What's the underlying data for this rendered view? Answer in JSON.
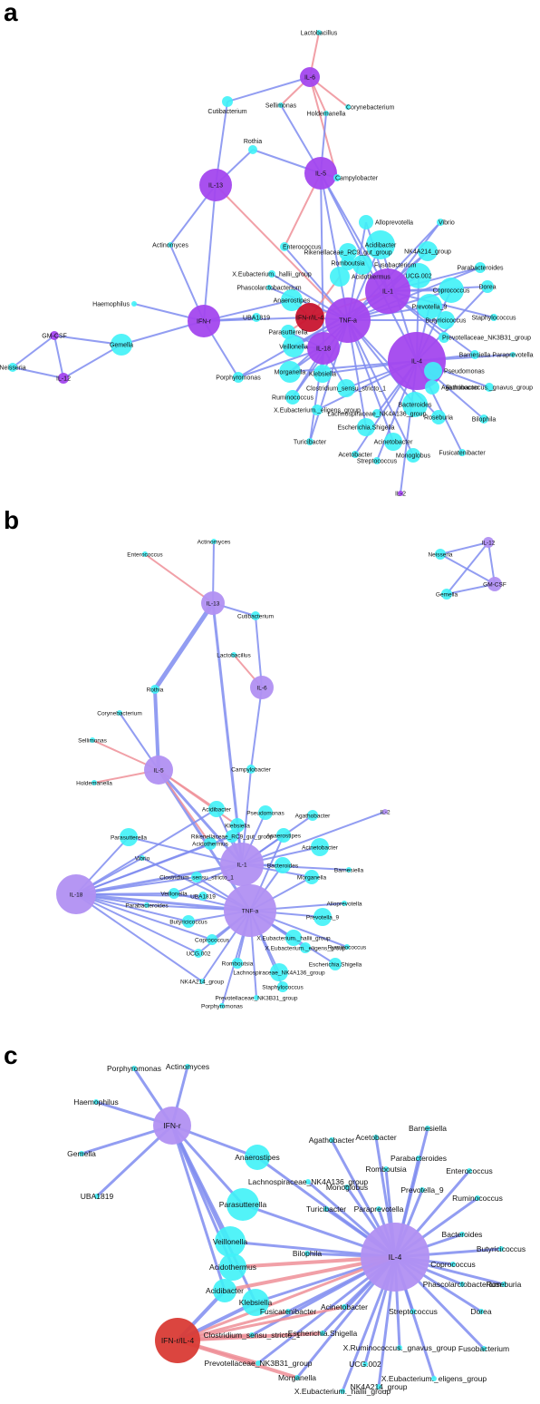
{
  "colors": {
    "taxon": "#3ff2f7",
    "cytokine_a": "#a347ee",
    "cytokine_light": "#b190f2",
    "highlight": "#c8152f",
    "highlight_c": "#d93b35",
    "edge_pos": "#7f8cf0",
    "edge_neg": "#ef8f98"
  },
  "panels": [
    {
      "label": "a",
      "nodes": [
        {
          "id": "Lactobacillus",
          "label": "Lactobacillus"
        },
        {
          "id": "IL-6",
          "label": "IL-6"
        },
        {
          "id": "Cutibacterium",
          "label": "Cutibacterium"
        },
        {
          "id": "Sellimonas",
          "label": "Sellimonas"
        },
        {
          "id": "Holdemanella",
          "label": "Holdemanella"
        },
        {
          "id": "Corynebacterium",
          "label": "Corynebacterium"
        },
        {
          "id": "Rothia",
          "label": "Rothia"
        },
        {
          "id": "IL-13",
          "label": "IL-13"
        },
        {
          "id": "IL-5",
          "label": "IL-5"
        },
        {
          "id": "Campylobacter",
          "label": "Campylobacter"
        },
        {
          "id": "Actinomyces",
          "label": "Actinomyces"
        },
        {
          "id": "Alloprevotella",
          "label": "Alloprevotella"
        },
        {
          "id": "Vibrio",
          "label": "Vibrio"
        },
        {
          "id": "Enterococcus",
          "label": "Enterococcus"
        },
        {
          "id": "Rikenellaceae_RC9_gut_group",
          "label": "Rikenellaceae_RC9_gut_group"
        },
        {
          "id": "Acidibacter",
          "label": "Acidibacter"
        },
        {
          "id": "NK4A214_group",
          "label": "NK4A214_group"
        },
        {
          "id": "Fusobacterium",
          "label": "Fusobacterium"
        },
        {
          "id": "Romboutsia",
          "label": "Romboutsia"
        },
        {
          "id": "Acidothermus",
          "label": "Acidothermus"
        },
        {
          "id": "UCG.002",
          "label": "UCG.002"
        },
        {
          "id": "Parabacteroides",
          "label": "Parabacteroides"
        },
        {
          "id": "X.Eubacterium._hallii_group",
          "label": "X.Eubacterium._hallii_group"
        },
        {
          "id": "Phascolarctobacterium",
          "label": "Phascolarctobacterium"
        },
        {
          "id": "IL-1",
          "label": "IL-1"
        },
        {
          "id": "Coprococcus",
          "label": "Coprococcus"
        },
        {
          "id": "Dorea",
          "label": "Dorea"
        },
        {
          "id": "Haemophilus",
          "label": "Haemophilus"
        },
        {
          "id": "Anaerostipes",
          "label": "Anaerostipes"
        },
        {
          "id": "Prevotella_9",
          "label": "Prevotella_9"
        },
        {
          "id": "IFN-r",
          "label": "IFN-r"
        },
        {
          "id": "UBA1819",
          "label": "UBA1819"
        },
        {
          "id": "IFN-r/IL-4",
          "label": "IFN-r/IL-4"
        },
        {
          "id": "TNF-a",
          "label": "TNF-a"
        },
        {
          "id": "Butyricicoccus",
          "label": "Butyricicoccus"
        },
        {
          "id": "Staphylococcus",
          "label": "Staphylococcus"
        },
        {
          "id": "Parasutterella",
          "label": "Parasutterella"
        },
        {
          "id": "GM-CSF",
          "label": "GM-CSF"
        },
        {
          "id": "Veillonella",
          "label": "Veillonella"
        },
        {
          "id": "IL-18",
          "label": "IL-18"
        },
        {
          "id": "Prevotellaceae_NK3B31_group",
          "label": "Prevotellaceae_NK3B31_group"
        },
        {
          "id": "Gemella",
          "label": "Gemella"
        },
        {
          "id": "Barnesiella",
          "label": "Barnesiella"
        },
        {
          "id": "Paraprevotella",
          "label": "Paraprevotella"
        },
        {
          "id": "Porphyromonas",
          "label": "Porphyromonas"
        },
        {
          "id": "Morganella",
          "label": "Morganella"
        },
        {
          "id": "IL-4",
          "label": "IL-4"
        },
        {
          "id": "Pseudomonas",
          "label": "Pseudomonas"
        },
        {
          "id": "Neisseria",
          "label": "Neisseria"
        },
        {
          "id": "IL-12",
          "label": "IL-12"
        },
        {
          "id": "Klebsiella",
          "label": "Klebsiella"
        },
        {
          "id": "Agathobacter",
          "label": "Agathobacter"
        },
        {
          "id": "Clostridium_sensu_stricto_1",
          "label": "Clostridium_sensu_stricto_1"
        },
        {
          "id": "Ruminococcus._gnavus_group",
          "label": "Ruminococcus._gnavus_group"
        },
        {
          "id": "Ruminococcus",
          "label": "Ruminococcus"
        },
        {
          "id": "X.Eubacterium._eligens_group",
          "label": "X.Eubacterium._eligens_group"
        },
        {
          "id": "Lachnospiraceae_NK4A136_group",
          "label": "Lachnospiraceae_NK4A136_group"
        },
        {
          "id": "Bacteroides",
          "label": "Bacteroides"
        },
        {
          "id": "Roseburia",
          "label": "Roseburia"
        },
        {
          "id": "Bilophila",
          "label": "Bilophila"
        },
        {
          "id": "Escherichia.Shigella",
          "label": "Escherichia.Shigella"
        },
        {
          "id": "Acinetobacter",
          "label": "Acinetobacter"
        },
        {
          "id": "Turicibacter",
          "label": "Turicibacter"
        },
        {
          "id": "Fusicatenibacter",
          "label": "Fusicatenibacter"
        },
        {
          "id": "Acetobacter",
          "label": "Acetobacter"
        },
        {
          "id": "Monoglobus",
          "label": "Monoglobus"
        },
        {
          "id": "Streptococcus",
          "label": "Streptococcus"
        },
        {
          "id": "IL-2",
          "label": "IL-2"
        }
      ]
    },
    {
      "label": "b",
      "nodes": [
        {
          "id": "Actinomyces",
          "label": "Actinomyces"
        },
        {
          "id": "Enterococcus",
          "label": "Enterococcus"
        },
        {
          "id": "Neisseria",
          "label": "Neisseria"
        },
        {
          "id": "IL-12",
          "label": "IL-12"
        },
        {
          "id": "GM-CSF",
          "label": "GM-CSF"
        },
        {
          "id": "Gemella",
          "label": "Gemella"
        },
        {
          "id": "IL-13",
          "label": "IL-13"
        },
        {
          "id": "Cutibacterium",
          "label": "Cutibacterium"
        },
        {
          "id": "Lactobacillus",
          "label": "Lactobacillus"
        },
        {
          "id": "IL-6",
          "label": "IL-6"
        },
        {
          "id": "Rothia",
          "label": "Rothia"
        },
        {
          "id": "Corynebacterium",
          "label": "Corynebacterium"
        },
        {
          "id": "Sellimonas",
          "label": "Sellimonas"
        },
        {
          "id": "IL-5",
          "label": "IL-5"
        },
        {
          "id": "Campylobacter",
          "label": "Campylobacter"
        },
        {
          "id": "Holdemanella",
          "label": "Holdemanella"
        },
        {
          "id": "Acidibacter",
          "label": "Acidibacter"
        },
        {
          "id": "Pseudomonas",
          "label": "Pseudomonas"
        },
        {
          "id": "Agathobacter",
          "label": "Agathobacter"
        },
        {
          "id": "IL-2",
          "label": "IL-2"
        },
        {
          "id": "Klebsiella",
          "label": "Klebsiella"
        },
        {
          "id": "Parasutterella",
          "label": "Parasutterella"
        },
        {
          "id": "Rikenellaceae_RC9_gut_group",
          "label": "Rikenellaceae_RC9_gut_group"
        },
        {
          "id": "Anaerostipes",
          "label": "Anaerostipes"
        },
        {
          "id": "Acidothermus",
          "label": "Acidothermus"
        },
        {
          "id": "Acinetobacter",
          "label": "Acinetobacter"
        },
        {
          "id": "Vibrio",
          "label": "Vibrio"
        },
        {
          "id": "IL-1",
          "label": "IL-1"
        },
        {
          "id": "Bacteroides",
          "label": "Bacteroides"
        },
        {
          "id": "Barnesiella",
          "label": "Barnesiella"
        },
        {
          "id": "Clostridium_sensu_stricto_1",
          "label": "Clostridium_sensu_stricto_1"
        },
        {
          "id": "Morganella",
          "label": "Morganella"
        },
        {
          "id": "IL-18",
          "label": "IL-18"
        },
        {
          "id": "Veillonella",
          "label": "Veillonella"
        },
        {
          "id": "UBA1819",
          "label": "UBA1819"
        },
        {
          "id": "TNF-a",
          "label": "TNF-a"
        },
        {
          "id": "Alloprevotella",
          "label": "Alloprevotella"
        },
        {
          "id": "Parabacteroides",
          "label": "Parabacteroides"
        },
        {
          "id": "Butyricicoccus",
          "label": "Butyricicoccus"
        },
        {
          "id": "Prevotella_9",
          "label": "Prevotella_9"
        },
        {
          "id": "Coprococcus",
          "label": "Coprococcus"
        },
        {
          "id": "X.Eubacterium._hallii_group",
          "label": "X.Eubacterium._hallii_group"
        },
        {
          "id": "UCG.002",
          "label": "UCG.002"
        },
        {
          "id": "X.Eubacterium._eligens_group",
          "label": "X.Eubacterium._eligens_group"
        },
        {
          "id": "Ruminococcus",
          "label": "Ruminococcus"
        },
        {
          "id": "Romboutsia",
          "label": "Romboutsia"
        },
        {
          "id": "Escherichia.Shigella",
          "label": "Escherichia.Shigella"
        },
        {
          "id": "Lachnospiraceae_NK4A136_group",
          "label": "Lachnospiraceae_NK4A136_group"
        },
        {
          "id": "NK4A214_group",
          "label": "NK4A214_group"
        },
        {
          "id": "Staphylococcus",
          "label": "Staphylococcus"
        },
        {
          "id": "Prevotellaceae_NK3B31_group",
          "label": "Prevotellaceae_NK3B31_group"
        },
        {
          "id": "Porphyromonas",
          "label": "Porphyromonas"
        }
      ]
    },
    {
      "label": "c",
      "nodes": [
        {
          "id": "Porphyromonas",
          "label": "Porphyromonas"
        },
        {
          "id": "Actinomyces",
          "label": "Actinomyces"
        },
        {
          "id": "Haemophilus",
          "label": "Haemophilus"
        },
        {
          "id": "IFN-r",
          "label": "IFN-r"
        },
        {
          "id": "Gemella",
          "label": "Gemella"
        },
        {
          "id": "UBA1819",
          "label": "UBA1819"
        },
        {
          "id": "Barnesiella",
          "label": "Barnesiella"
        },
        {
          "id": "Agathobacter",
          "label": "Agathobacter"
        },
        {
          "id": "Acetobacter",
          "label": "Acetobacter"
        },
        {
          "id": "Anaerostipes",
          "label": "Anaerostipes"
        },
        {
          "id": "Parabacteroides",
          "label": "Parabacteroides"
        },
        {
          "id": "Romboutsia",
          "label": "Romboutsia"
        },
        {
          "id": "Enterococcus",
          "label": "Enterococcus"
        },
        {
          "id": "Lachnospiraceae_NK4A136_group",
          "label": "Lachnospiraceae_NK4A136_group"
        },
        {
          "id": "Monoglobus",
          "label": "Monoglobus"
        },
        {
          "id": "Prevotella_9",
          "label": "Prevotella_9"
        },
        {
          "id": "Ruminococcus",
          "label": "Ruminococcus"
        },
        {
          "id": "Parasutterella",
          "label": "Parasutterella"
        },
        {
          "id": "Turicibacter",
          "label": "Turicibacter"
        },
        {
          "id": "Paraprevotella",
          "label": "Paraprevotella"
        },
        {
          "id": "Veillonella",
          "label": "Veillonella"
        },
        {
          "id": "Bacteroides",
          "label": "Bacteroides"
        },
        {
          "id": "Bilophila",
          "label": "Bilophila"
        },
        {
          "id": "Butyricicoccus",
          "label": "Butyricicoccus"
        },
        {
          "id": "Acidothermus",
          "label": "Acidothermus"
        },
        {
          "id": "IL-4",
          "label": "IL-4"
        },
        {
          "id": "Coprococcus",
          "label": "Coprococcus"
        },
        {
          "id": "Acidibacter",
          "label": "Acidibacter"
        },
        {
          "id": "Phascolarctobacterium",
          "label": "Phascolarctobacterium"
        },
        {
          "id": "Roseburia",
          "label": "Roseburia"
        },
        {
          "id": "Klebsiella",
          "label": "Klebsiella"
        },
        {
          "id": "Fusicatenibacter",
          "label": "Fusicatenibacter"
        },
        {
          "id": "Dorea",
          "label": "Dorea"
        },
        {
          "id": "Acinetobacter",
          "label": "Acinetobacter"
        },
        {
          "id": "Streptococcus",
          "label": "Streptococcus"
        },
        {
          "id": "IFN-r/IL-4",
          "label": "IFN-r/IL-4"
        },
        {
          "id": "Clostridium_sensu_stricto_1",
          "label": "Clostridium_sensu_stricto_1"
        },
        {
          "id": "Escherichia.Shigella",
          "label": "Escherichia.Shigella"
        },
        {
          "id": "X.Ruminococcus._gnavus_group",
          "label": "X.Ruminococcus._gnavus_group"
        },
        {
          "id": "Fusobacterium",
          "label": "Fusobacterium"
        },
        {
          "id": "Prevotellaceae_NK3B31_group",
          "label": "Prevotellaceae_NK3B31_group"
        },
        {
          "id": "UCG.002",
          "label": "UCG.002"
        },
        {
          "id": "Morganella",
          "label": "Morganella"
        },
        {
          "id": "X.Eubacterium._eligens_group",
          "label": "X.Eubacterium._eligens_group"
        },
        {
          "id": "NK4A214_group",
          "label": "NK4A214_group"
        },
        {
          "id": "X.Eubacterium._hallii_group",
          "label": "X.Eubacterium._hallii_group"
        }
      ]
    }
  ]
}
